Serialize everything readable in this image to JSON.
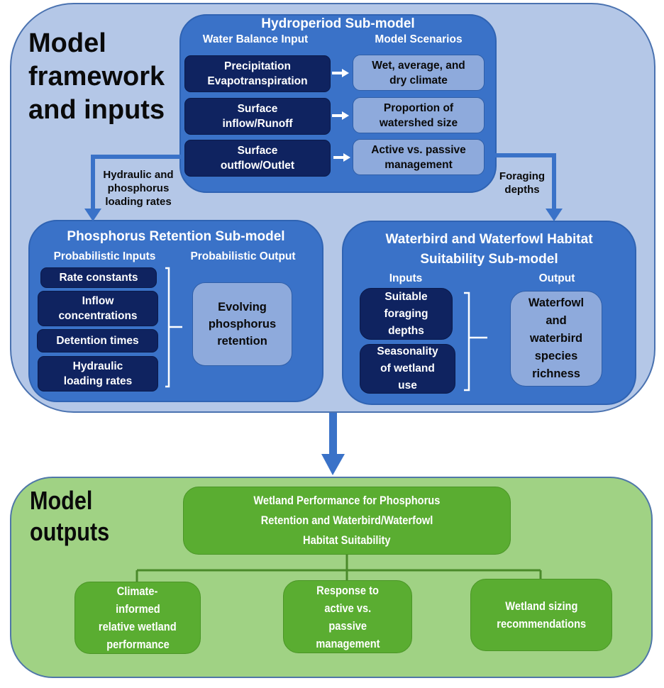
{
  "framework": {
    "label_lines": [
      "Model",
      "framework",
      "and inputs"
    ]
  },
  "hydroperiod": {
    "title": "Hydroperiod Sub-model",
    "inputs_header": "Water Balance Input",
    "scenarios_header": "Model Scenarios",
    "rows": [
      {
        "input": [
          "Precipitation",
          "Evapotranspiration"
        ],
        "scenario": [
          "Wet, average, and",
          "dry climate"
        ]
      },
      {
        "input": [
          "Surface",
          "inflow/Runoff"
        ],
        "scenario": [
          "Proportion of",
          "watershed size"
        ]
      },
      {
        "input": [
          "Surface",
          "outflow/Outlet"
        ],
        "scenario": [
          "Active vs. passive",
          "management"
        ]
      }
    ]
  },
  "flows": {
    "to_phosphorus": [
      "Hydraulic and",
      "phosphorus",
      "loading rates"
    ],
    "to_habitat": [
      "Foraging",
      "depths"
    ]
  },
  "phosphorus": {
    "title": "Phosphorus Retention Sub-model",
    "inputs_header": "Probabilistic Inputs",
    "output_header": "Probabilistic Output",
    "inputs": [
      [
        "Rate constants"
      ],
      [
        "Inflow",
        "concentrations"
      ],
      [
        "Detention times"
      ],
      [
        "Hydraulic",
        "loading rates"
      ]
    ],
    "output": [
      "Evolving",
      "phosphorus",
      "retention"
    ]
  },
  "habitat": {
    "title_lines": [
      "Waterbird and Waterfowl Habitat",
      "Suitability Sub-model"
    ],
    "inputs_header": "Inputs",
    "output_header": "Output",
    "inputs": [
      [
        "Suitable",
        "foraging",
        "depths"
      ],
      [
        "Seasonality",
        "of wetland",
        "use"
      ]
    ],
    "output": [
      "Waterfowl",
      "and",
      "waterbird",
      "species",
      "richness"
    ]
  },
  "outputs": {
    "label_lines": [
      "Model",
      "outputs"
    ],
    "main": [
      "Wetland Performance for Phosphorus",
      "Retention and Waterbird/Waterfowl",
      "Habitat Suitability"
    ],
    "children": [
      [
        "Climate-",
        "informed",
        "relative wetland",
        "performance"
      ],
      [
        "Response to",
        "active vs.",
        "passive",
        "management"
      ],
      [
        "Wetland sizing",
        "recommendations"
      ]
    ]
  },
  "colors": {
    "framework_fill": "#b4c7e7",
    "submodel_fill": "#3a72c8",
    "dark_box": "#0f2360",
    "light_box": "#8eaadc",
    "arrow": "#3a72c8",
    "outputs_fill": "#a0d284",
    "green_box": "#5aad31",
    "green_line": "#4a8a2a"
  }
}
